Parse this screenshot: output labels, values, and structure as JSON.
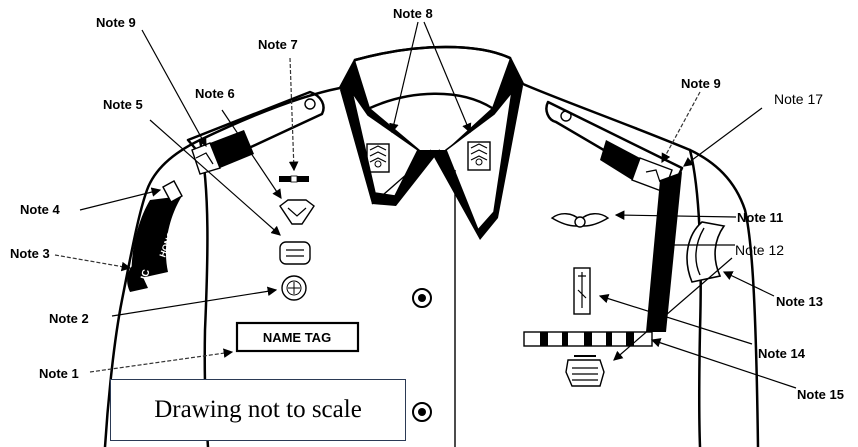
{
  "diagram": {
    "notes": {
      "note1": "Note 1",
      "note2": "Note 2",
      "note3": "Note 3",
      "note4": "Note 4",
      "note5": "Note 5",
      "note6": "Note 6",
      "note7": "Note 7",
      "note8": "Note 8",
      "note9_left": "Note 9",
      "note9_right": "Note 9",
      "note11": "Note 11",
      "note12": "Note 12",
      "note13": "Note 13",
      "note14": "Note 14",
      "note15": "Note 15",
      "note17": "Note 17"
    },
    "name_tag": "NAME TAG",
    "tab_text": "HONOR",
    "patch_text": "IC",
    "scale_note": "Drawing  not to scale"
  }
}
